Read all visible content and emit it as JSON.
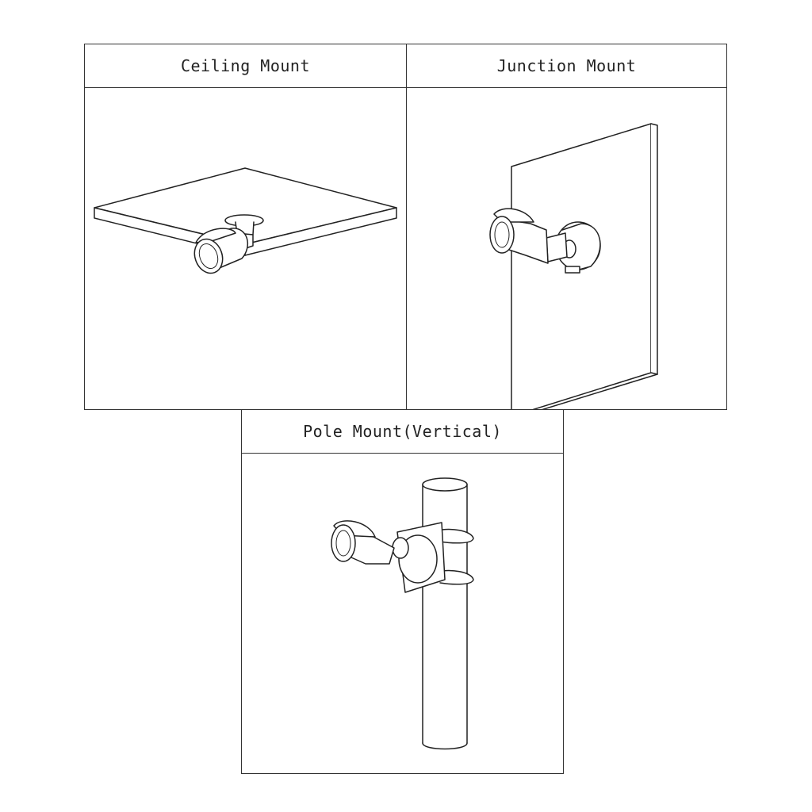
{
  "panels": {
    "ceiling": {
      "title": "Ceiling Mount"
    },
    "junction": {
      "title": "Junction Mount"
    },
    "pole": {
      "title": "Pole Mount(Vertical)"
    }
  }
}
